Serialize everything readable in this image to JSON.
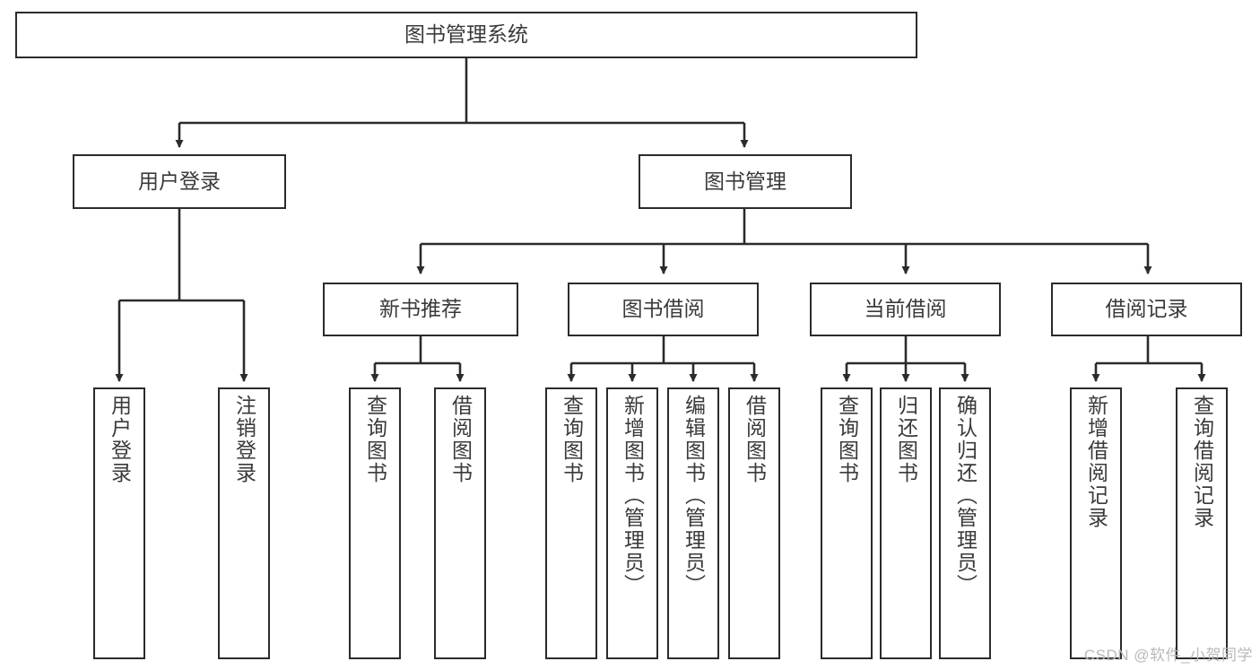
{
  "diagram": {
    "title": "图书管理系统",
    "type": "tree-hierarchy",
    "watermark": "CSDN @软件_小贺同学",
    "colors": {
      "stroke": "#2b2b2b",
      "text": "#3a3a3a",
      "background": "#ffffff",
      "watermark": "#b9b9b9"
    },
    "root": {
      "label": "图书管理系统"
    },
    "level1": [
      {
        "label": "用户登录"
      },
      {
        "label": "图书管理"
      }
    ],
    "level2": [
      {
        "label": "新书推荐"
      },
      {
        "label": "图书借阅"
      },
      {
        "label": "当前借阅"
      },
      {
        "label": "借阅记录"
      }
    ],
    "leaves": {
      "user_login": [
        {
          "label": "用户登录"
        },
        {
          "label": "注销登录"
        }
      ],
      "new_book_recommend": [
        {
          "label": "查询图书"
        },
        {
          "label": "借阅图书"
        }
      ],
      "book_borrow": [
        {
          "label": "查询图书"
        },
        {
          "label": "新增图书（管理员）"
        },
        {
          "label": "编辑图书（管理员）"
        },
        {
          "label": "借阅图书"
        }
      ],
      "current_borrow": [
        {
          "label": "查询图书"
        },
        {
          "label": "归还图书"
        },
        {
          "label": "确认归还（管理员）"
        }
      ],
      "borrow_record": [
        {
          "label": "新增借阅记录"
        },
        {
          "label": "查询借阅记录"
        }
      ]
    }
  }
}
